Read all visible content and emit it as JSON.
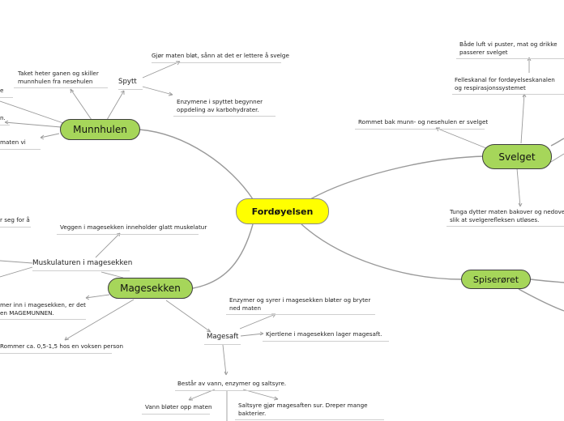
{
  "central": "Fordøyelsen",
  "nodes": {
    "munnhulen": "Munnhulen",
    "magesekken": "Magesekken",
    "svelget": "Svelget",
    "spiserøret": "Spiserøret"
  },
  "munnhulen": {
    "spytt": "Spytt",
    "spytt_1": "Gjør maten bløt, sånn at det er lettere å svelge",
    "spytt_2": "Enzymene i spyttet begynner oppdeling av karbohydrater.",
    "taket": "Taket heter ganen og skiller munnhulen fra nesehulen",
    "partial_1": "e",
    "partial_2": "n.",
    "partial_3": "maten vi"
  },
  "svelget": {
    "rommet": "Rommet bak munn- og nesehulen er svelget",
    "felleskanal": "Felleskanal for fordøyelseskanalen og respirasjonssystemet",
    "luft": "Både luft vi puster, mat og drikke passerer svelget",
    "tunga": "Tunga dytter maten bakover og nedover, slik at svelgerefleksen utløses."
  },
  "magesekken": {
    "muskulaturen": "Muskulaturen i magesekken",
    "veggen": "Veggen i magesekken inneholder glatt muskelatur",
    "partial_seg": "r seg for å",
    "mat_inn": "mer inn i magesekken, er det en MAGEMUNNEN.",
    "rommer": "Rommer ca. 0,5-1,5 hos en voksen person",
    "magesaft": "Magesaft",
    "enzymer": "Enzymer og syrer i magesekken bløter og bryter ned maten",
    "kjertlene": "Kjertlene i magesekken lager magesaft.",
    "bestar": "Består av vann, enzymer og saltsyre.",
    "vann": "Vann bløter opp maten",
    "saltsyre": "Saltsyre gjør magesaften sur. Dreper mange bakterier."
  }
}
